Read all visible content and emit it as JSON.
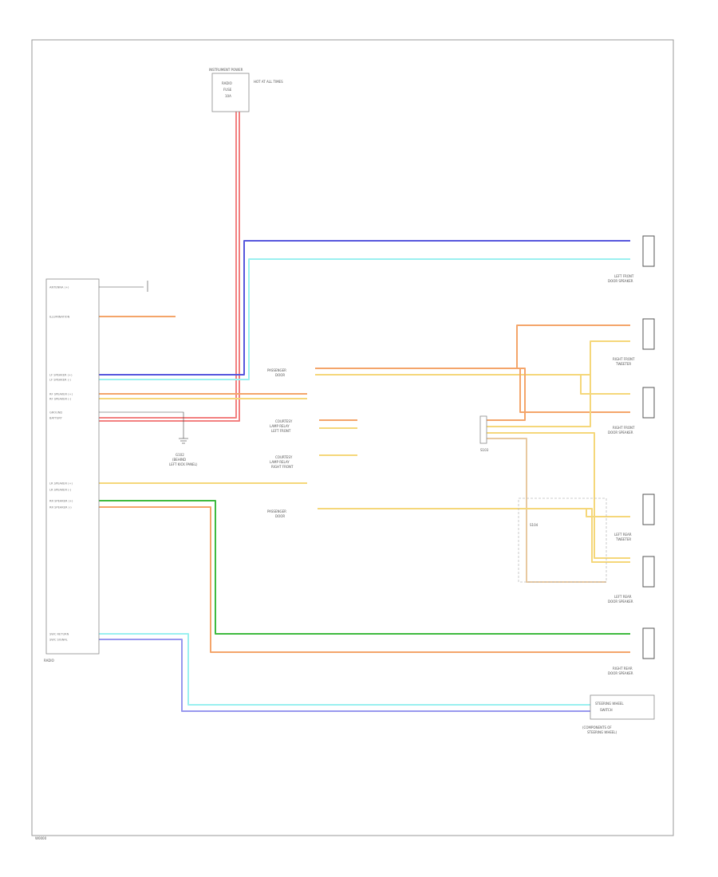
{
  "components": {
    "radio": "RADIO",
    "fuse_block": [
      "INSTRUMENT POWER",
      "RADIO",
      "FUSE",
      "10A",
      "HOT AT ALL TIMES"
    ],
    "left_front_door_speaker": [
      "LEFT FRONT",
      "DOOR SPEAKER"
    ],
    "right_front_tweeter": [
      "RIGHT FRONT",
      "TWEETER"
    ],
    "right_front_door_speaker": [
      "RIGHT FRONT",
      "DOOR SPEAKER"
    ],
    "left_rear_tweeter": [
      "LEFT REAR",
      "TWEETER"
    ],
    "left_rear_door_speaker": [
      "LEFT REAR",
      "DOOR SPEAKER"
    ],
    "right_rear_door_speaker": [
      "RIGHT REAR",
      "DOOR SPEAKER"
    ],
    "steering_wheel_switch": [
      "STEERING WHEEL",
      "SWITCH",
      "(COMPONENTS OF",
      "STEERING WHEEL)"
    ],
    "ground": [
      "G102",
      "(BEHIND",
      "LEFT KICK PANEL)"
    ],
    "splice_1": "S103",
    "splice_2": "S104"
  },
  "connectors": {
    "passenger_1": [
      "PASSENGER",
      "DOOR"
    ],
    "passenger_2": [
      "PASSENGER",
      "DOOR"
    ],
    "courtesy_1": [
      "COURTESY",
      "LAMP RELAY",
      "LEFT FRONT"
    ],
    "courtesy_2": [
      "COURTESY",
      "LAMP RELAY",
      "RIGHT FRONT"
    ]
  },
  "radio_pins": [
    "ANTENNA (+)",
    "ILLUMINATION",
    "LF SPEAKER (+)",
    "LF SPEAKER (-)",
    "RF SPEAKER (+)",
    "RF SPEAKER (-)",
    "GROUND",
    "BATTERY",
    "LR SPEAKER (+)",
    "LR SPEAKER (-)",
    "RR SPEAKER (+)",
    "RR SPEAKER (-)",
    "SWC RETURN",
    "SWC SIGNAL"
  ],
  "wire_colors": {
    "red": "#f28080",
    "dkblue": "#5656dd",
    "ltblue": "#9af0f0",
    "orange": "#f4a56a",
    "yellow": "#f5d77a",
    "green": "#3fba3f",
    "violet": "#9898ee",
    "tan": "#e8c9a0"
  },
  "footer": "W0000"
}
